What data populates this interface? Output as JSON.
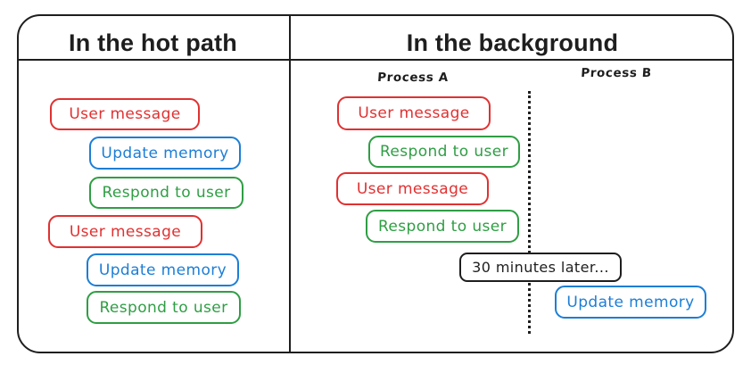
{
  "colors": {
    "ink": "#1e1e1e",
    "red": "#e03131",
    "green": "#2f9e44",
    "blue": "#1c7ed6"
  },
  "left_panel": {
    "title": "In the hot path",
    "boxes": [
      {
        "label": "User message",
        "color": "red"
      },
      {
        "label": "Update memory",
        "color": "blue"
      },
      {
        "label": "Respond to user",
        "color": "green"
      },
      {
        "label": "User message",
        "color": "red"
      },
      {
        "label": "Update memory",
        "color": "blue"
      },
      {
        "label": "Respond to user",
        "color": "green"
      }
    ]
  },
  "right_panel": {
    "title": "In the background",
    "process_a_label": "Process A",
    "process_b_label": "Process B",
    "process_a_boxes": [
      {
        "label": "User message",
        "color": "red"
      },
      {
        "label": "Respond to user",
        "color": "green"
      },
      {
        "label": "User message",
        "color": "red"
      },
      {
        "label": "Respond to user",
        "color": "green"
      }
    ],
    "time_note": "30 minutes later...",
    "process_b_boxes": [
      {
        "label": "Update memory",
        "color": "blue"
      }
    ]
  }
}
